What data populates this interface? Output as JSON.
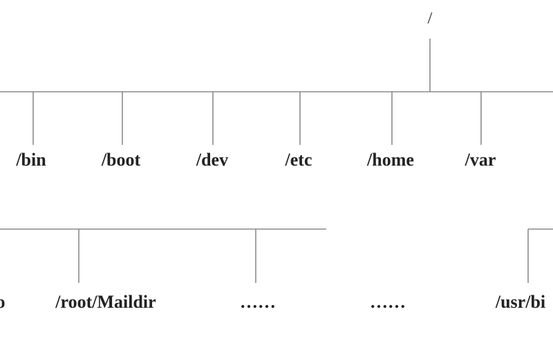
{
  "tree": {
    "root": "/",
    "level1": [
      "/bin",
      "/boot",
      "/dev",
      "/etc",
      "/home",
      "/var",
      "/"
    ],
    "level2": [
      "o",
      "/root/Maildir",
      "……",
      "……",
      "/usr/bi"
    ]
  },
  "colors": {
    "line": "#8a8a8a",
    "text": "#222222",
    "background": "#ffffff"
  }
}
